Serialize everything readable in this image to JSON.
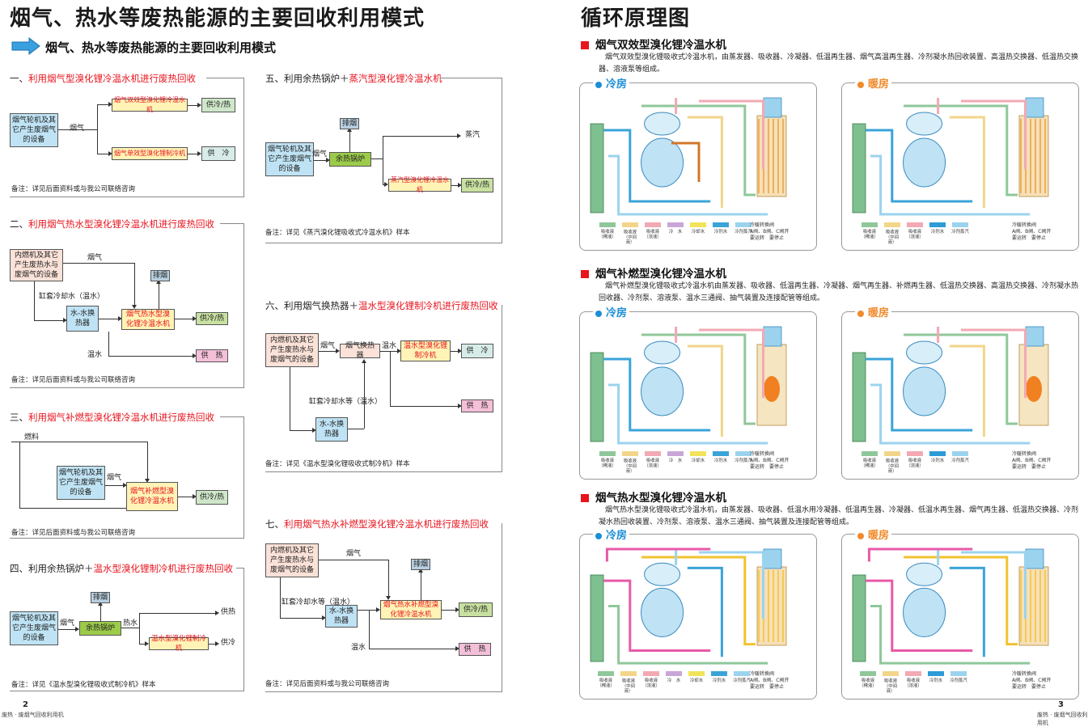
{
  "left": {
    "title": "烟气、热水等废热能源的主要回收利用模式",
    "subtitle": "烟气、热水等废热能源的主要回收利用模式",
    "page_num": "2",
    "footer": "废热 · 废烟气回收利用机",
    "sections": {
      "s1": {
        "prefix": "一、",
        "red": "利用烟气型溴化锂冷温水机进行废热回收",
        "src": "烟气轮机及其它产生废烟气的设备",
        "lbl": "烟气",
        "m1": "烟气双效型溴化锂冷温水机",
        "m2": "烟气单效型溴化锂制冷机",
        "o1": "供冷/热",
        "o2": "供　冷",
        "note": "备注：详见后面资料或与我公司联络咨询"
      },
      "s2": {
        "prefix": "二、",
        "red": "利用烟气热水型溴化锂冷温水机进行废热回收",
        "src": "内燃机及其它产生废热水与废烟气的设备",
        "lbl_gas": "烟气",
        "lbl_cool": "缸套冷却水（温水）",
        "hx": "水-水换热器",
        "m": "烟气热水型溴化锂冷温水机",
        "exh": "排烟",
        "lbl_hot": "温水",
        "o1": "供冷/热",
        "o2": "供　热",
        "note": "备注：详见后面资料或与我公司联络咨询"
      },
      "s3": {
        "prefix": "三、",
        "red": "利用烟气补燃型溴化锂冷温水机进行废热回收",
        "fuel": "燃料",
        "src": "烟气轮机及其它产生废烟气的设备",
        "lbl": "烟气",
        "m": "烟气补燃型溴化锂冷温水机",
        "o": "供冷/热",
        "note": "备注：详见后面资料或与我公司联络咨询"
      },
      "s4": {
        "prefix": "四、利用余热锅炉＋",
        "red": "温水型溴化锂制冷机进行废热回收",
        "src": "烟气轮机及其它产生废烟气的设备",
        "lbl": "烟气",
        "boiler": "余热锅炉",
        "exh": "排烟",
        "hot": "热水",
        "o1": "供热",
        "m": "温水型溴化锂制冷机",
        "o2": "供冷",
        "note": "备注：详见《温水型溴化锂吸收式制冷机》样本"
      },
      "s5": {
        "prefix": "五、利用余热锅炉＋",
        "red": "蒸汽型溴化锂冷温水机",
        "src": "烟气轮机及其它产生废烟气的设备",
        "lbl": "烟气",
        "boiler": "余热锅炉",
        "exh": "排烟",
        "steam": "蒸汽",
        "m": "蒸汽型溴化锂冷温水机",
        "o": "供冷/热",
        "note": "备注：详见《蒸汽溴化锂吸收式冷温水机》样本"
      },
      "s6": {
        "prefix": "六、利用烟气换热器＋",
        "red": "温水型溴化锂制冷机进行废热回收",
        "src": "内燃机及其它产生废热水与废烟气的设备",
        "lbl": "烟气",
        "hx": "烟气换热器",
        "warm": "温水",
        "m": "温水型溴化锂制冷机",
        "o1": "供　冷",
        "o2": "供　热",
        "cool": "缸套冷却水等（温水）",
        "hx2": "水-水换热器",
        "note": "备注：详见《温水型溴化锂吸收式制冷机》样本"
      },
      "s7": {
        "prefix": "七、",
        "red": "利用烟气热水补燃型溴化锂冷温水机进行废热回收",
        "src": "内燃机及其它产生废热水与废烟气的设备",
        "lbl": "烟气",
        "exh": "排烟",
        "cool": "缸套冷却水等（温水）",
        "hx": "水-水换热器",
        "m": "烟气热水补燃型溴化锂冷温水机",
        "o1": "供冷/热",
        "warm": "温水",
        "o2": "供　热",
        "note": "备注：详见后面资料或与我公司联络咨询"
      }
    }
  },
  "right": {
    "title": "循环原理图",
    "page_num": "3",
    "footer": "废热 · 废烟气回收利用机",
    "cool_label": "冷房",
    "heat_label": "暖房",
    "machines": [
      {
        "name": "烟气双效型溴化锂冷温水机",
        "desc": "烟气双效型溴化锂吸收式冷温水机，由蒸发器、吸收器、冷凝器、低温再生器、烟气高温再生器、冷剂凝水热回收装置、高温热交换器、低温热交换器、溶液泵等组成。"
      },
      {
        "name": "烟气补燃型溴化锂冷温水机",
        "desc": "烟气补燃型溴化锂吸收式冷温水机由蒸发器、吸收器、低温再生器、冷凝器、烟气再生器、补燃再生器、低温热交换器、高温热交换器、冷剂凝水热回收器、冷剂泵、溶液泵、温水三通阀、抽气装置及连接配管等组成。"
      },
      {
        "name": "烟气热水型溴化锂冷温水机",
        "desc": "烟气热水型溴化锂吸收式冷温水机，由蒸发器、吸收器、低温水用冷凝器、低温再生器、冷凝器、低温水再生器、烟气再生器、低温热交换器、冷剂凝水热回收装置、冷剂泵、溶液泵、温水三通阀、抽气装置及连接配管等组成。"
      }
    ],
    "legend": [
      "吸收液（稀液）",
      "吸收液（中间液）",
      "吸收液（浓液）",
      "冷　水",
      "冷却水",
      "冷剂水",
      "冷剂蒸汽"
    ],
    "valve_legend": [
      "冷暖转换阀",
      "A阀、B阀、C阀开",
      "要运转",
      "要停止"
    ]
  }
}
